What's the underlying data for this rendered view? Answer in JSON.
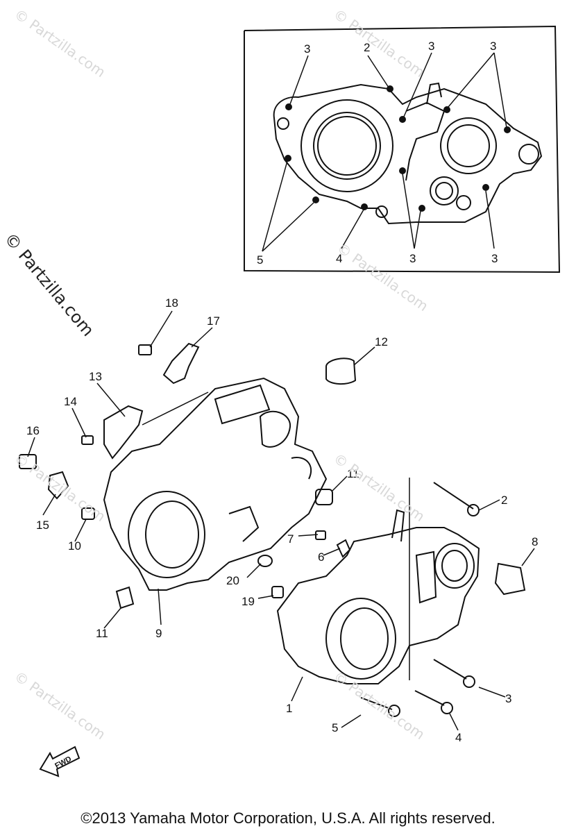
{
  "watermark": "© Partzilla.com",
  "footer_text": "©2013 Yamaha Motor Corporation, U.S.A. All rights reserved.",
  "fwd_label": "FWD",
  "inset_callouts": [
    "3",
    "2",
    "3",
    "3",
    "5",
    "4",
    "3",
    "3"
  ],
  "callouts": [
    "18",
    "17",
    "13",
    "14",
    "16",
    "15",
    "10",
    "12",
    "11",
    "2",
    "7",
    "6",
    "8",
    "20",
    "19",
    "11",
    "9",
    "1",
    "3",
    "5",
    "4"
  ]
}
